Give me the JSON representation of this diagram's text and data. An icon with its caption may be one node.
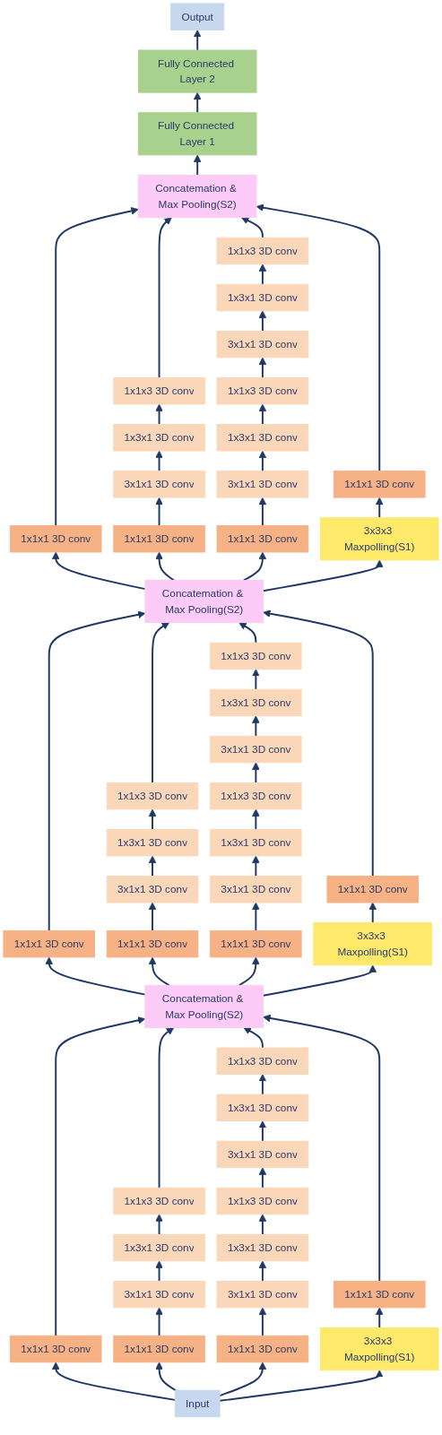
{
  "diagram": {
    "nodes": [
      {
        "text": [
          "Output"
        ]
      },
      {
        "text": [
          "Fully Connected Layer 2"
        ]
      },
      {
        "text": [
          "Fully Connected Layer 1"
        ]
      },
      {
        "text": [
          "Concatemation & Max Pooling(S2)"
        ]
      },
      {
        "text": [
          "1x1x3 3D conv"
        ]
      },
      {
        "text": [
          "1x3x1 3D conv"
        ]
      },
      {
        "text": [
          "3x1x1 3D conv"
        ]
      },
      {
        "text": [
          "1x1x3 3D conv"
        ]
      },
      {
        "text": [
          "1x1x3 3D conv"
        ]
      },
      {
        "text": [
          "1x3x1 3D conv"
        ]
      },
      {
        "text": [
          "1x3x1 3D conv"
        ]
      },
      {
        "text": [
          "3x1x1 3D conv"
        ]
      },
      {
        "text": [
          "3x1x1 3D conv"
        ]
      },
      {
        "text": [
          "1x1x1 3D conv"
        ]
      },
      {
        "text": [
          "1x1x1 3D conv"
        ]
      },
      {
        "text": [
          "1x1x1 3D conv"
        ]
      },
      {
        "text": [
          "1x1x1 3D conv"
        ]
      },
      {
        "text": [
          "3x3x3 Maxpolling(S1)"
        ]
      },
      {
        "text": [
          "Concatemation & Max Pooling(S2)"
        ]
      },
      {
        "text": [
          "1x1x3 3D conv"
        ]
      },
      {
        "text": [
          "1x3x1 3D conv"
        ]
      },
      {
        "text": [
          "3x1x1 3D conv"
        ]
      },
      {
        "text": [
          "1x1x3 3D conv"
        ]
      },
      {
        "text": [
          "1x1x3 3D conv"
        ]
      },
      {
        "text": [
          "1x3x1 3D conv"
        ]
      },
      {
        "text": [
          "1x3x1 3D conv"
        ]
      },
      {
        "text": [
          "3x1x1 3D conv"
        ]
      },
      {
        "text": [
          "3x1x1 3D conv"
        ]
      },
      {
        "text": [
          "1x1x1 3D conv"
        ]
      },
      {
        "text": [
          "1x1x1 3D conv"
        ]
      },
      {
        "text": [
          "1x1x1 3D conv"
        ]
      },
      {
        "text": [
          "1x1x1 3D conv"
        ]
      },
      {
        "text": [
          "3x3x3 Maxpolling(S1)"
        ]
      },
      {
        "text": [
          "Concatemation & Max Pooling(S2)"
        ]
      },
      {
        "text": [
          "1x1x3 3D conv"
        ]
      },
      {
        "text": [
          "1x3x1 3D conv"
        ]
      },
      {
        "text": [
          "3x1x1 3D conv"
        ]
      },
      {
        "text": [
          "1x1x3 3D conv"
        ]
      },
      {
        "text": [
          "1x1x3 3D conv"
        ]
      },
      {
        "text": [
          "1x3x1 3D conv"
        ]
      },
      {
        "text": [
          "1x3x1 3D conv"
        ]
      },
      {
        "text": [
          "3x1x1 3D conv"
        ]
      },
      {
        "text": [
          "3x1x1 3D conv"
        ]
      },
      {
        "text": [
          "1x1x1 3D conv"
        ]
      },
      {
        "text": [
          "1x1x1 3D conv"
        ]
      },
      {
        "text": [
          "1x1x1 3D conv"
        ]
      },
      {
        "text": [
          "1x1x1 3D conv"
        ]
      },
      {
        "text": [
          "3x3x3 Maxpolling(S1)"
        ]
      },
      {
        "text": [
          "Input"
        ]
      }
    ],
    "edges": [
      {
        "from": 1,
        "to": 0,
        "arrow": "to"
      },
      {
        "from": 2,
        "to": 1,
        "arrow": "to"
      },
      {
        "from": 3,
        "to": 2,
        "arrow": "to"
      },
      {
        "from": 18,
        "to": 14,
        "arrow": "to"
      },
      {
        "from": 18,
        "to": 15,
        "arrow": "to"
      },
      {
        "from": 18,
        "to": 16,
        "arrow": "to"
      },
      {
        "from": 18,
        "to": 17,
        "arrow": "to"
      },
      {
        "from": 14,
        "to": 3,
        "arrow": "to"
      },
      {
        "from": 15,
        "to": 11,
        "arrow": "to"
      },
      {
        "from": 11,
        "to": 9,
        "arrow": "to"
      },
      {
        "from": 9,
        "to": 7,
        "arrow": "to"
      },
      {
        "from": 7,
        "to": 3,
        "arrow": "to"
      },
      {
        "from": 16,
        "to": 12,
        "arrow": "to"
      },
      {
        "from": 12,
        "to": 10,
        "arrow": "to"
      },
      {
        "from": 10,
        "to": 8,
        "arrow": "to"
      },
      {
        "from": 8,
        "to": 6,
        "arrow": "to"
      },
      {
        "from": 6,
        "to": 5,
        "arrow": "to"
      },
      {
        "from": 5,
        "to": 4,
        "arrow": "to"
      },
      {
        "from": 4,
        "to": 3,
        "arrow": "to"
      },
      {
        "from": 17,
        "to": 13,
        "arrow": "to"
      },
      {
        "from": 13,
        "to": 3,
        "arrow": "to"
      },
      {
        "from": 33,
        "to": 29,
        "arrow": "to"
      },
      {
        "from": 33,
        "to": 30,
        "arrow": "to"
      },
      {
        "from": 33,
        "to": 31,
        "arrow": "to"
      },
      {
        "from": 33,
        "to": 32,
        "arrow": "to"
      },
      {
        "from": 29,
        "to": 18,
        "arrow": "to"
      },
      {
        "from": 30,
        "to": 26,
        "arrow": "to"
      },
      {
        "from": 26,
        "to": 24,
        "arrow": "to"
      },
      {
        "from": 24,
        "to": 22,
        "arrow": "to"
      },
      {
        "from": 22,
        "to": 18,
        "arrow": "to"
      },
      {
        "from": 31,
        "to": 27,
        "arrow": "to"
      },
      {
        "from": 27,
        "to": 25,
        "arrow": "to"
      },
      {
        "from": 25,
        "to": 23,
        "arrow": "to"
      },
      {
        "from": 23,
        "to": 21,
        "arrow": "to"
      },
      {
        "from": 21,
        "to": 20,
        "arrow": "to"
      },
      {
        "from": 20,
        "to": 19,
        "arrow": "to"
      },
      {
        "from": 19,
        "to": 18,
        "arrow": "to"
      },
      {
        "from": 32,
        "to": 28,
        "arrow": "to"
      },
      {
        "from": 28,
        "to": 18,
        "arrow": "to"
      },
      {
        "from": 48,
        "to": 44,
        "arrow": "to"
      },
      {
        "from": 48,
        "to": 45,
        "arrow": "to"
      },
      {
        "from": 48,
        "to": 46,
        "arrow": "to"
      },
      {
        "from": 48,
        "to": 47,
        "arrow": "to"
      },
      {
        "from": 44,
        "to": 33,
        "arrow": "to"
      },
      {
        "from": 45,
        "to": 41,
        "arrow": "to"
      },
      {
        "from": 41,
        "to": 39,
        "arrow": "to"
      },
      {
        "from": 39,
        "to": 37,
        "arrow": "to"
      },
      {
        "from": 37,
        "to": 33,
        "arrow": "to"
      },
      {
        "from": 46,
        "to": 42,
        "arrow": "to"
      },
      {
        "from": 42,
        "to": 40,
        "arrow": "to"
      },
      {
        "from": 40,
        "to": 38,
        "arrow": "to"
      },
      {
        "from": 38,
        "to": 36,
        "arrow": "to"
      },
      {
        "from": 36,
        "to": 35,
        "arrow": "to"
      },
      {
        "from": 35,
        "to": 34,
        "arrow": "to"
      },
      {
        "from": 34,
        "to": 33,
        "arrow": "to"
      },
      {
        "from": 47,
        "to": 43,
        "arrow": "to"
      },
      {
        "from": 43,
        "to": 33,
        "arrow": "to"
      }
    ]
  }
}
